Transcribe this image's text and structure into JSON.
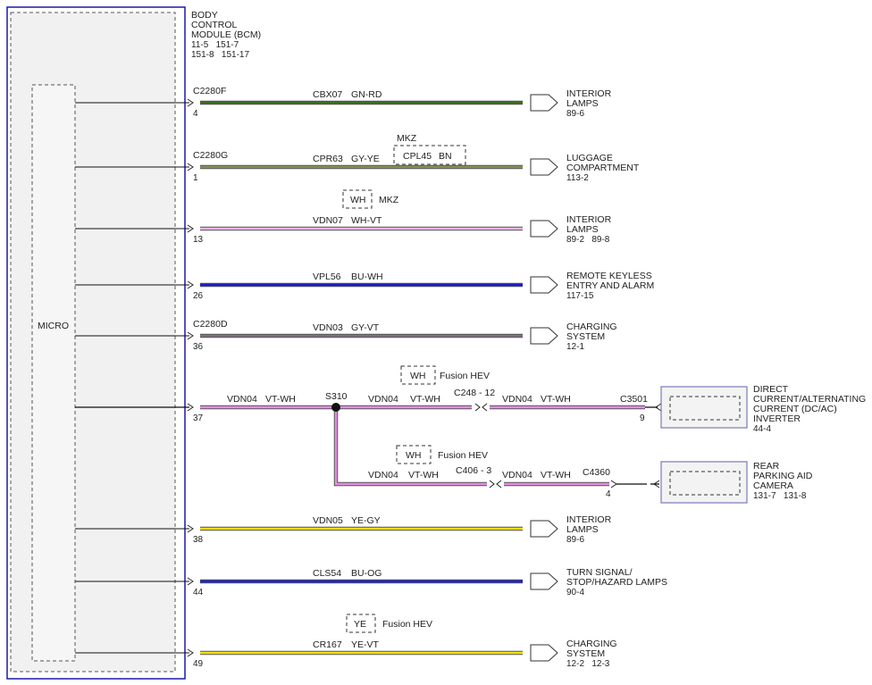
{
  "module": {
    "title_lines": [
      "BODY",
      "CONTROL",
      "MODULE (BCM)"
    ],
    "ref_lines": [
      "11-5   151-7",
      "151-8   151-17"
    ],
    "micro_label": "MICRO"
  },
  "colors": {
    "GN-RD": "#3e6b1f",
    "GY-YE": "#8a8f5a",
    "WH-VT": "#e9b6e9",
    "BU-WH": "#1a1ad0",
    "GY-VT": "#7f6f80",
    "VT-WH": "#e58ee5",
    "YE-GY": "#ecdc1a",
    "BU-OG": "#1e1ed8",
    "YE-VT": "#f0e21a",
    "module_border": "#1a1aa8"
  },
  "circuits": [
    {
      "connector": "C2280F",
      "pin": "4",
      "circuit": "CBX07",
      "color": "GN-RD",
      "dest": [
        "INTERIOR",
        "LAMPS",
        "89-6"
      ]
    },
    {
      "connector": "C2280G",
      "pin": "1",
      "circuit": "CPR63",
      "color": "GY-YE",
      "dest": [
        "LUGGAGE",
        "COMPARTMENT",
        "113-2"
      ],
      "option": {
        "label": "MKZ",
        "circuit": "CPL45",
        "color": "BN"
      }
    },
    {
      "connector": "",
      "pin": "13",
      "circuit": "VDN07",
      "color": "WH-VT",
      "dest": [
        "INTERIOR",
        "LAMPS",
        "89-2   89-8"
      ],
      "option": {
        "box": "WH",
        "label": "MKZ"
      }
    },
    {
      "connector": "",
      "pin": "26",
      "circuit": "VPL56",
      "color": "BU-WH",
      "dest": [
        "REMOTE KEYLESS",
        "ENTRY AND ALARM",
        "117-15"
      ]
    },
    {
      "connector": "C2280D",
      "pin": "36",
      "circuit": "VDN03",
      "color": "GY-VT",
      "dest": [
        "CHARGING",
        "SYSTEM",
        "12-1"
      ]
    },
    {
      "connector": "",
      "pin": "38",
      "circuit": "VDN05",
      "color": "YE-GY",
      "dest": [
        "INTERIOR",
        "LAMPS",
        "89-6"
      ]
    },
    {
      "connector": "",
      "pin": "44",
      "circuit": "CLS54",
      "color": "BU-OG",
      "dest": [
        "TURN SIGNAL/",
        "STOP/HAZARD LAMPS",
        "90-4"
      ]
    },
    {
      "connector": "",
      "pin": "49",
      "circuit": "CR167",
      "color": "YE-VT",
      "dest": [
        "CHARGING",
        "SYSTEM",
        "12-2   12-3"
      ],
      "option": {
        "box": "YE",
        "label": "Fusion HEV"
      }
    }
  ],
  "splice": {
    "pin": "37",
    "name": "S310",
    "in_circuit": "VDN04",
    "in_color": "VT-WH",
    "branch1": {
      "circuit": "VDN04",
      "color": "VT-WH",
      "inline_conn": "C248 - 12",
      "circuit2": "VDN04",
      "color2": "VT-WH",
      "dest_conn": "C3501",
      "dest_pin": "9",
      "option": {
        "box": "WH",
        "label": "Fusion HEV"
      },
      "dest": [
        "DIRECT",
        "CURRENT/ALTERNATING",
        "CURRENT (DC/AC)",
        "INVERTER",
        "44-4"
      ]
    },
    "branch2": {
      "circuit": "VDN04",
      "color": "VT-WH",
      "inline_conn": "C406 - 3",
      "circuit2": "VDN04",
      "color2": "VT-WH",
      "dest_conn": "C4360",
      "dest_pin": "4",
      "option": {
        "box": "WH",
        "label": "Fusion HEV"
      },
      "dest": [
        "REAR",
        "PARKING AID",
        "CAMERA",
        "131-7   131-8"
      ]
    }
  }
}
